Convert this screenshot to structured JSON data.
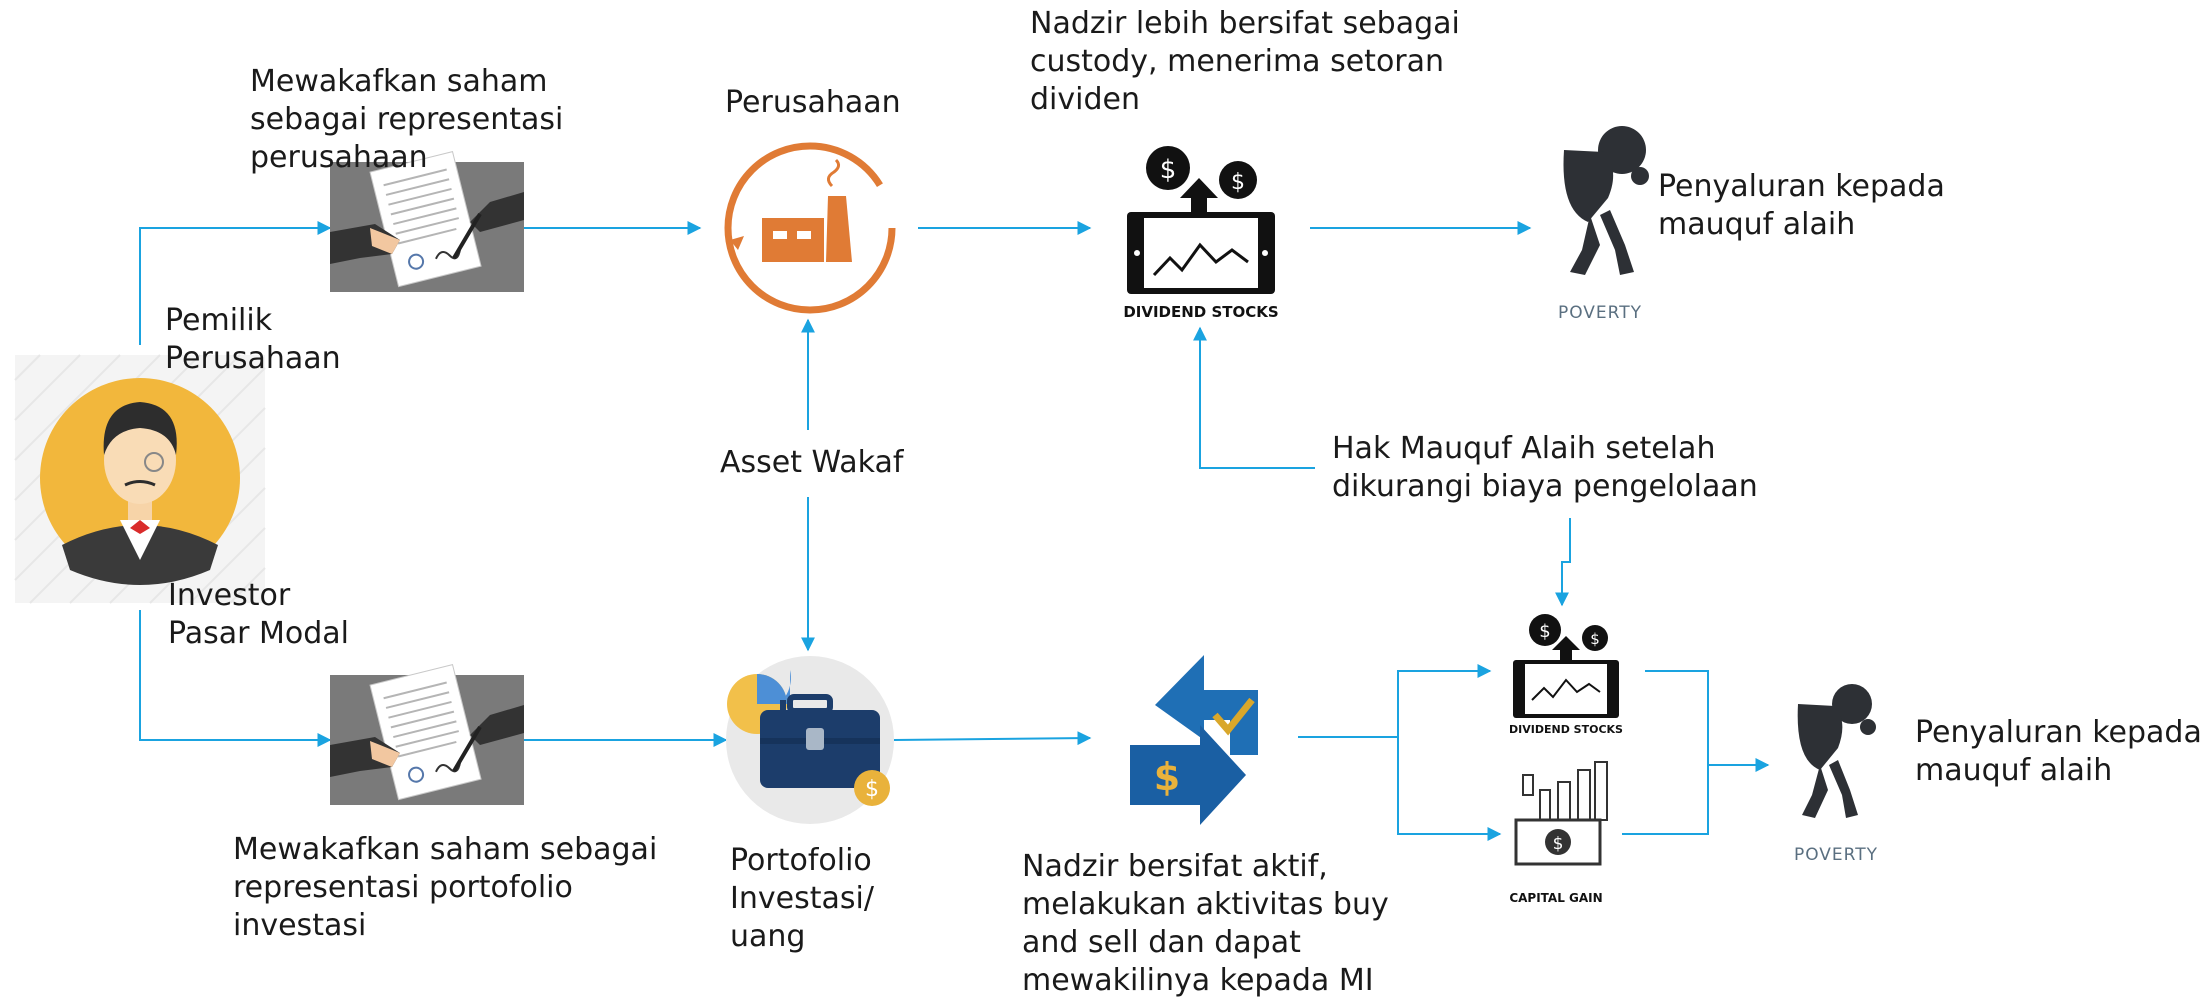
{
  "colors": {
    "arrow": "#1aa3e0",
    "orange": "#e07b35",
    "navy": "#1c3d6b",
    "gold": "#e9b23b"
  },
  "labels": {
    "mewakafkan_perusahaan": [
      "Mewakafkan saham",
      "sebagai representasi",
      "perusahaan"
    ],
    "perusahaan": "Perusahaan",
    "nadzir_custody": [
      "Nadzir lebih bersifat sebagai",
      "custody, menerima setoran",
      "dividen"
    ],
    "penyaluran_top": [
      "Penyaluran kepada",
      "mauquf alaih"
    ],
    "pemilik": [
      "Pemilik",
      "Perusahaan"
    ],
    "investor": [
      "Investor",
      "Pasar Modal"
    ],
    "asset_wakaf": "Asset Wakaf",
    "hak_mauquf": [
      "Hak Mauquf Alaih setelah",
      "dikurangi biaya pengelolaan"
    ],
    "mewakafkan_portofolio": [
      "Mewakafkan saham sebagai",
      "representasi portofolio",
      "investasi"
    ],
    "portofolio": [
      "Portofolio",
      "Investasi/",
      "uang"
    ],
    "nadzir_aktif": [
      "Nadzir bersifat aktif,",
      "melakukan aktivitas buy",
      "and sell dan dapat",
      "mewakilinya kepada MI"
    ],
    "penyaluran_bottom": [
      "Penyaluran kepada",
      "mauquf alaih"
    ]
  },
  "icon_captions": {
    "dividend_stocks": "DIVIDEND STOCKS",
    "poverty": "POVERTY",
    "capital_gain": "CAPITAL GAIN"
  },
  "icons": [
    "investor-avatar-icon",
    "contract-signing-icon",
    "factory-icon",
    "dividend-stocks-icon",
    "poverty-icon",
    "portfolio-briefcase-icon",
    "exchange-transfer-icon",
    "capital-gain-icon"
  ]
}
